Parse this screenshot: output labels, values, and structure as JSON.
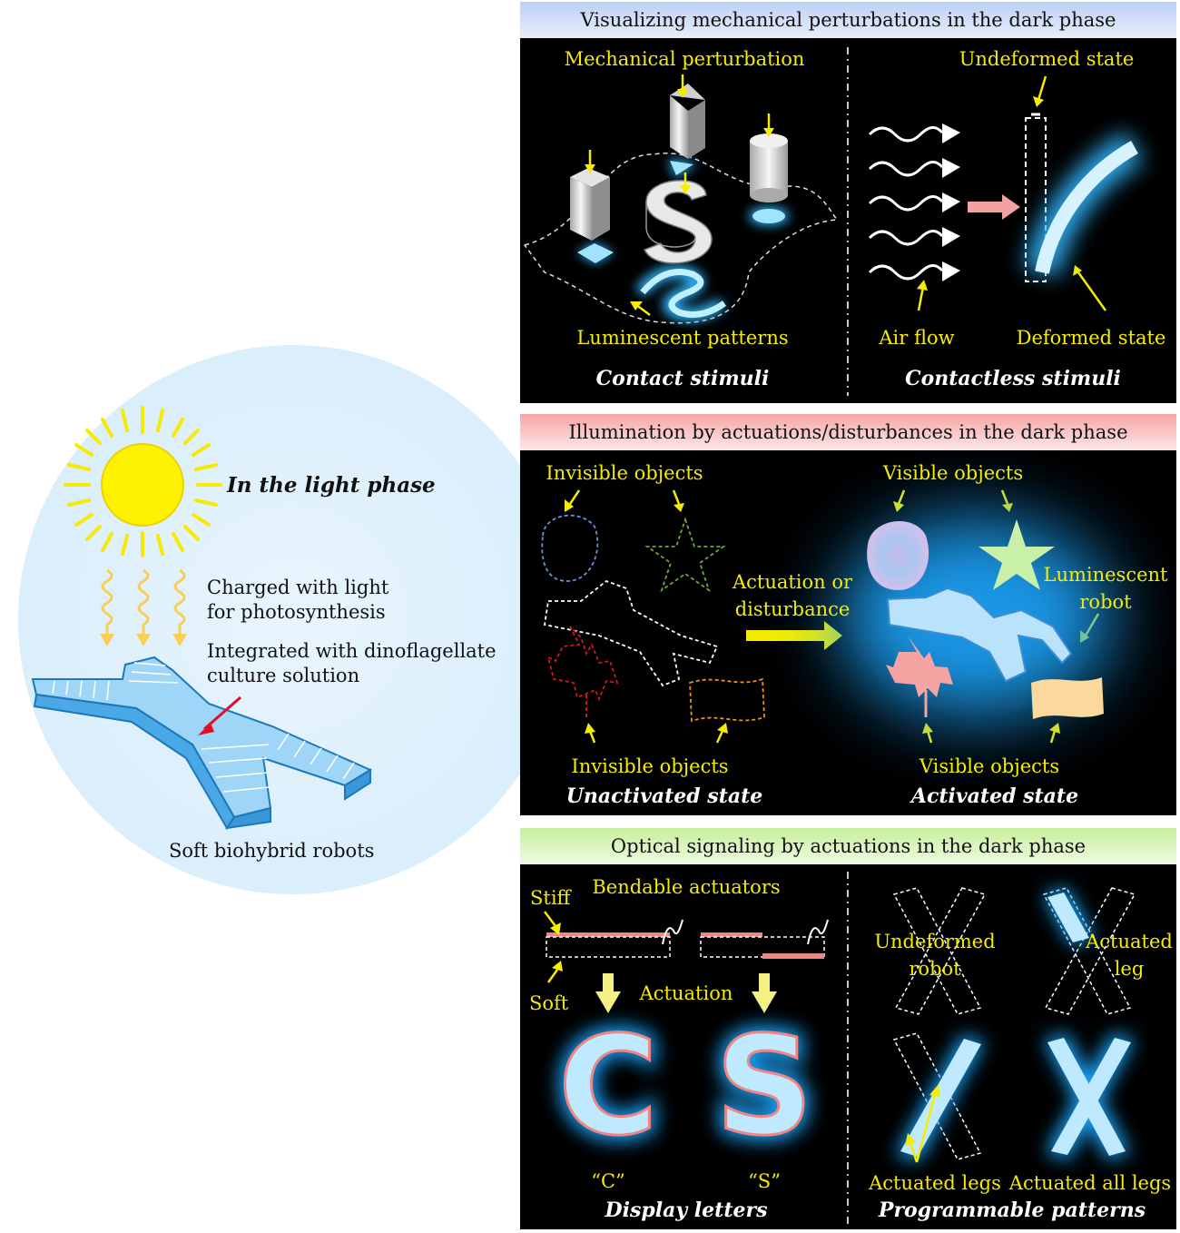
{
  "left": {
    "light_phase": "In the light phase",
    "charged_line1": "Charged with light",
    "charged_line2": "for photosynthesis",
    "integrated_line1": "Integrated with dinoflagellate",
    "integrated_line2": "culture solution",
    "robot_caption": "Soft biohybrid robots"
  },
  "panel1": {
    "header": "Visualizing mechanical perturbations in the dark phase",
    "mechanical": "Mechanical perturbation",
    "luminescent": "Luminescent patterns",
    "contact": "Contact stimuli",
    "undeformed": "Undeformed state",
    "airflow": "Air flow",
    "deformed": "Deformed state",
    "contactless": "Contactless stimuli"
  },
  "panel2": {
    "header": "Illumination by actuations/disturbances in the dark phase",
    "invisible_top": "Invisible objects",
    "invisible_bottom": "Invisible objects",
    "actuation_line1": "Actuation or",
    "actuation_line2": "disturbance",
    "visible_top": "Visible objects",
    "visible_bottom": "Visible objects",
    "lum_robot_line1": "Luminescent",
    "lum_robot_line2": "robot",
    "unactivated": "Unactivated state",
    "activated": "Activated state"
  },
  "panel3": {
    "header": "Optical signaling by actuations in the dark phase",
    "stiff": "Stiff",
    "bendable": "Bendable actuators",
    "soft": "Soft",
    "actuation": "Actuation",
    "letter_c": "C",
    "letter_s": "S",
    "quote_c": "“C”",
    "quote_s": "“S”",
    "display": "Display letters",
    "undeformed_line1": "Undeformed",
    "undeformed_line2": "robot",
    "actuated_leg_line1": "Actuated",
    "actuated_leg_line2": "leg",
    "actuated_legs": "Actuated legs",
    "actuated_all": "Actuated all legs",
    "programmable": "Programmable patterns"
  }
}
